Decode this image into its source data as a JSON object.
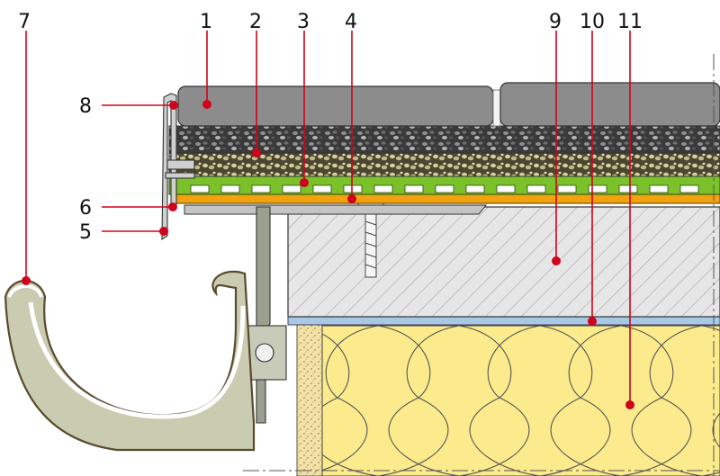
{
  "callouts": [
    {
      "id": "1",
      "label": "1"
    },
    {
      "id": "2",
      "label": "2"
    },
    {
      "id": "3",
      "label": "3"
    },
    {
      "id": "4",
      "label": "4"
    },
    {
      "id": "5",
      "label": "5"
    },
    {
      "id": "6",
      "label": "6"
    },
    {
      "id": "7",
      "label": "7"
    },
    {
      "id": "8",
      "label": "8"
    },
    {
      "id": "9",
      "label": "9"
    },
    {
      "id": "10",
      "label": "10"
    },
    {
      "id": "11",
      "label": "11"
    }
  ],
  "colors": {
    "paver": "#8c8c8c",
    "gravel": "#3d3d3d",
    "gravel_light": "#c9c2a0",
    "drainage_green": "#7ac12a",
    "membrane_orange": "#f0a20f",
    "concrete": "#e6e6e6",
    "vapour_layer": "#a9c8e6",
    "insulation": "#fbeb8d",
    "render": "#e8d59a",
    "gutter_fill": "#c9ccb0",
    "gutter_stroke": "#5a4a2e",
    "leader": "#d0021b"
  }
}
